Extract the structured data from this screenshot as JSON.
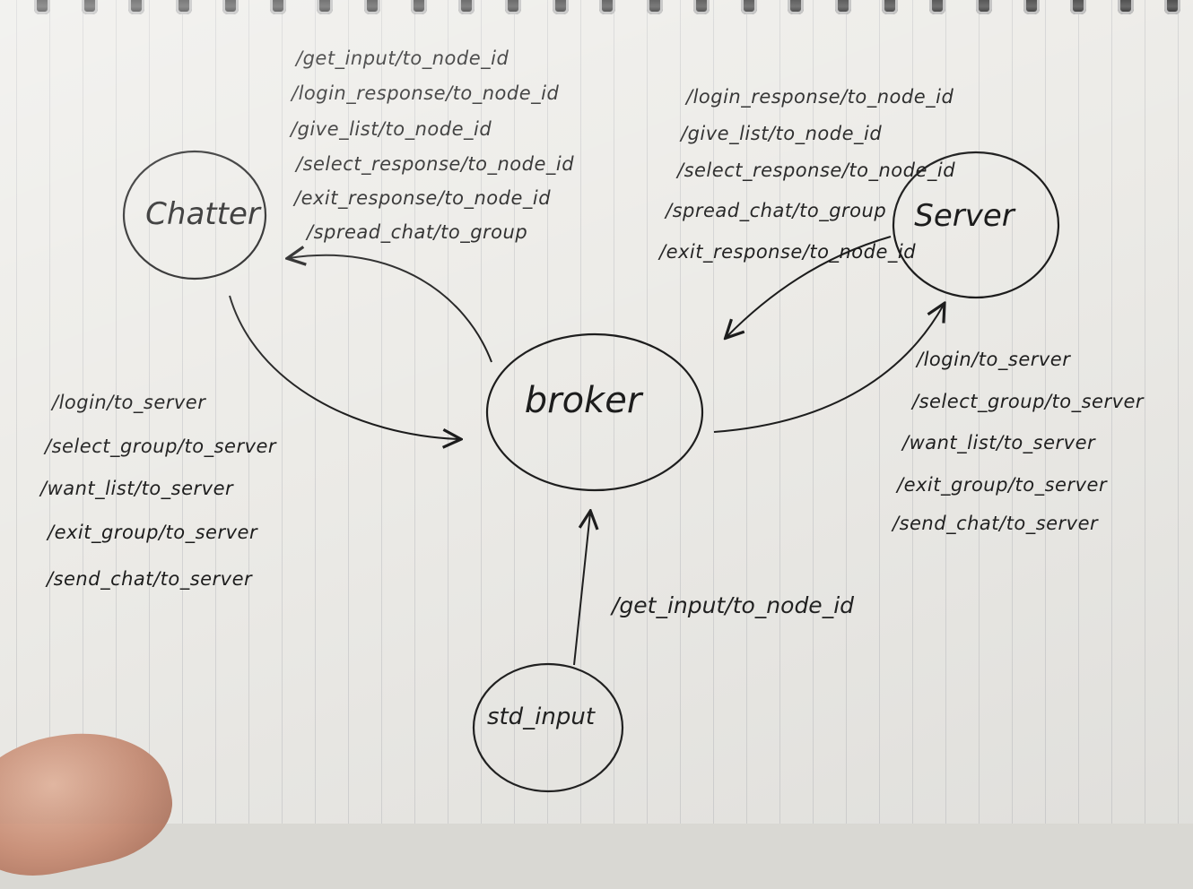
{
  "nodes": {
    "chatter": "Chatter",
    "server": "Server",
    "broker": "broker",
    "std_input": "std_input"
  },
  "edges": {
    "broker_to_chatter": [
      "/get_input/to_node_id",
      "/login_response/to_node_id",
      "/give_list/to_node_id",
      "/select_response/to_node_id",
      "/exit_response/to_node_id",
      "/spread_chat/to_group"
    ],
    "broker_to_server": [
      "/login_response/to_node_id",
      "/give_list/to_node_id",
      "/select_response/to_node_id",
      "/spread_chat/to_group",
      "/exit_response/to_node_id"
    ],
    "chatter_to_broker": [
      "/login/to_server",
      "/select_group/to_server",
      "/want_list/to_server",
      "/exit_group/to_server",
      "/send_chat/to_server"
    ],
    "server_to_broker": [
      "/login/to_server",
      "/select_group/to_server",
      "/want_list/to_server",
      "/exit_group/to_server",
      "/send_chat/to_server"
    ],
    "std_input_to_broker": [
      "/get_input/to_node_id"
    ]
  },
  "colors": {
    "paper": "#ecebe7",
    "ink": "#1c1c1c",
    "rule_line": "#9a9aa8"
  }
}
